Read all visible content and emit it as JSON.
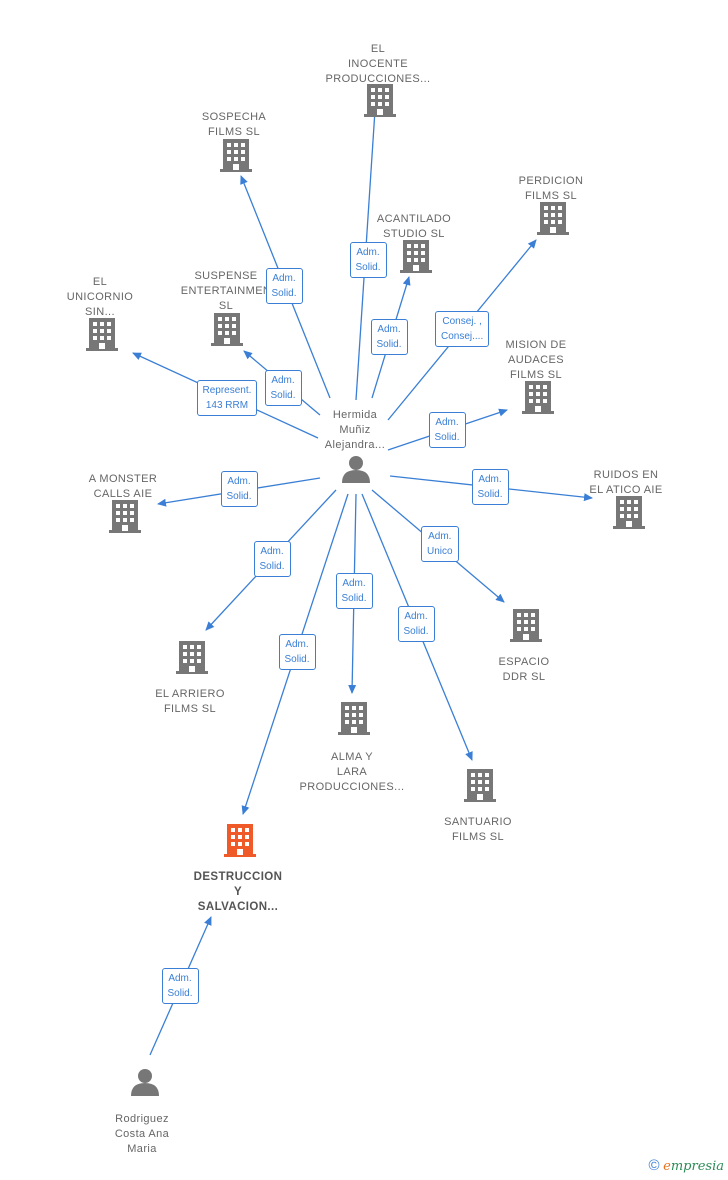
{
  "center": {
    "label": "Hermida\nMuñiz\nAlejandra..."
  },
  "companies": [
    {
      "id": "inocente",
      "label": "EL\nINOCENTE\nPRODUCCIONES..."
    },
    {
      "id": "sospecha",
      "label": "SOSPECHA\nFILMS  SL"
    },
    {
      "id": "perdicion",
      "label": "PERDICION\nFILMS  SL"
    },
    {
      "id": "acantilado",
      "label": "ACANTILADO\nSTUDIO  SL"
    },
    {
      "id": "unicornio",
      "label": "EL\nUNICORNIO\nSIN..."
    },
    {
      "id": "suspense",
      "label": "SUSPENSE\nENTERTAINMEN\nSL"
    },
    {
      "id": "mision",
      "label": "MISION DE\nAUDACES\nFILMS  SL"
    },
    {
      "id": "monster",
      "label": "A MONSTER\nCALLS AIE"
    },
    {
      "id": "ruidos",
      "label": "RUIDOS EN\nEL ATICO AIE"
    },
    {
      "id": "arriero",
      "label": "EL ARRIERO\nFILMS  SL"
    },
    {
      "id": "espacio",
      "label": "ESPACIO\nDDR  SL"
    },
    {
      "id": "alma",
      "label": "ALMA Y\nLARA\nPRODUCCIONES..."
    },
    {
      "id": "santuario",
      "label": "SANTUARIO\nFILMS  SL"
    },
    {
      "id": "destruccion",
      "label": "DESTRUCCION\nY\nSALVACION..."
    }
  ],
  "second_person": {
    "label": "Rodriguez\nCosta Ana\nMaria"
  },
  "edges": [
    {
      "to": "inocente",
      "label": "Adm.\nSolid."
    },
    {
      "to": "sospecha",
      "label": "Adm.\nSolid."
    },
    {
      "to": "perdicion",
      "label": "Consej. ,\nConsej...."
    },
    {
      "to": "acantilado",
      "label": "Adm.\nSolid."
    },
    {
      "to": "unicornio",
      "label": "Represent.\n143 RRM"
    },
    {
      "to": "suspense",
      "label": "Adm.\nSolid."
    },
    {
      "to": "mision",
      "label": "Adm.\nSolid."
    },
    {
      "to": "monster",
      "label": "Adm.\nSolid."
    },
    {
      "to": "ruidos",
      "label": "Adm.\nSolid."
    },
    {
      "to": "arriero",
      "label": "Adm.\nSolid."
    },
    {
      "to": "espacio",
      "label": "Adm.\nUnico"
    },
    {
      "to": "alma",
      "label": "Adm.\nSolid."
    },
    {
      "to": "santuario",
      "label": "Adm.\nSolid."
    },
    {
      "to": "destruccion",
      "label": "Adm.\nSolid."
    },
    {
      "from": "second_person",
      "to": "destruccion",
      "label": "Adm.\nSolid."
    }
  ],
  "colors": {
    "edge": "#3a7fd5",
    "building": "#777777",
    "highlight": "#f05a28",
    "person": "#777777"
  },
  "brand": {
    "copyright": "©",
    "first_letter": "e",
    "rest": "mpresia"
  }
}
